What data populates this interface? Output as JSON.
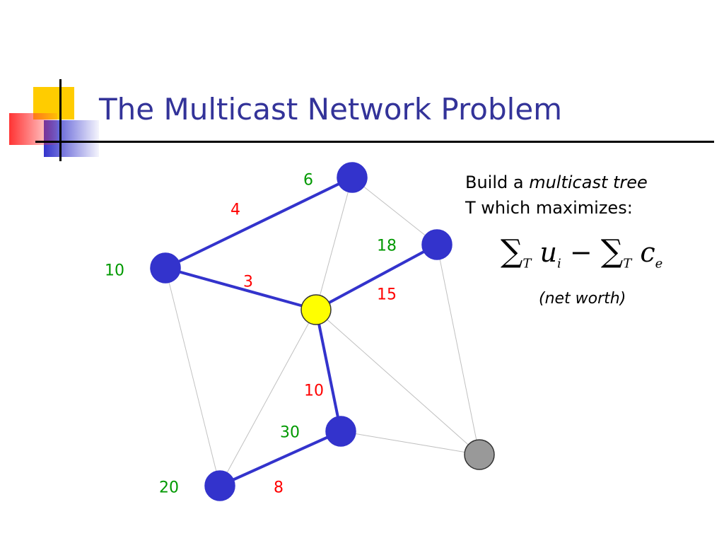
{
  "title": "The Multicast Network Problem",
  "description": {
    "line1_prefix": "Build a ",
    "line1_emph": "multicast tree",
    "line2": "T which maximizes:",
    "formula": {
      "sum_symbol": "∑",
      "subscript": "T",
      "term1": "u",
      "term1_sub": "i",
      "minus": "−",
      "term2": "c",
      "term2_sub": "e"
    },
    "note": "(net worth)"
  },
  "colors": {
    "title": "#333399",
    "node": "#3333cc",
    "source": "#ffff00",
    "sink": "#999999",
    "tree_edge": "#3333cc",
    "other_edge": "#c0c0c0",
    "utility_label": "#009900",
    "cost_label": "#ff0000"
  },
  "graph": {
    "nodes": [
      {
        "id": "n-top",
        "type": "member",
        "utility": "6"
      },
      {
        "id": "n-right",
        "type": "member",
        "utility": "18"
      },
      {
        "id": "n-left",
        "type": "member",
        "utility": "10"
      },
      {
        "id": "n-center",
        "type": "source",
        "utility": ""
      },
      {
        "id": "n-mid-low",
        "type": "member",
        "utility": "30"
      },
      {
        "id": "n-bottom-left",
        "type": "member",
        "utility": "20"
      },
      {
        "id": "n-gray",
        "type": "sink",
        "utility": ""
      }
    ],
    "edges": [
      {
        "from": "n-left",
        "to": "n-top",
        "tree": true,
        "cost": "4"
      },
      {
        "from": "n-left",
        "to": "n-center",
        "tree": true,
        "cost": "3"
      },
      {
        "from": "n-center",
        "to": "n-right",
        "tree": true,
        "cost": "15"
      },
      {
        "from": "n-center",
        "to": "n-mid-low",
        "tree": true,
        "cost": "10"
      },
      {
        "from": "n-mid-low",
        "to": "n-bottom-left",
        "tree": true,
        "cost": "8"
      },
      {
        "from": "n-top",
        "to": "n-right",
        "tree": false,
        "cost": ""
      },
      {
        "from": "n-top",
        "to": "n-center",
        "tree": false,
        "cost": ""
      },
      {
        "from": "n-right",
        "to": "n-gray",
        "tree": false,
        "cost": ""
      },
      {
        "from": "n-center",
        "to": "n-gray",
        "tree": false,
        "cost": ""
      },
      {
        "from": "n-mid-low",
        "to": "n-gray",
        "tree": false,
        "cost": ""
      },
      {
        "from": "n-left",
        "to": "n-bottom-left",
        "tree": false,
        "cost": ""
      },
      {
        "from": "n-center",
        "to": "n-bottom-left",
        "tree": false,
        "cost": ""
      }
    ]
  }
}
